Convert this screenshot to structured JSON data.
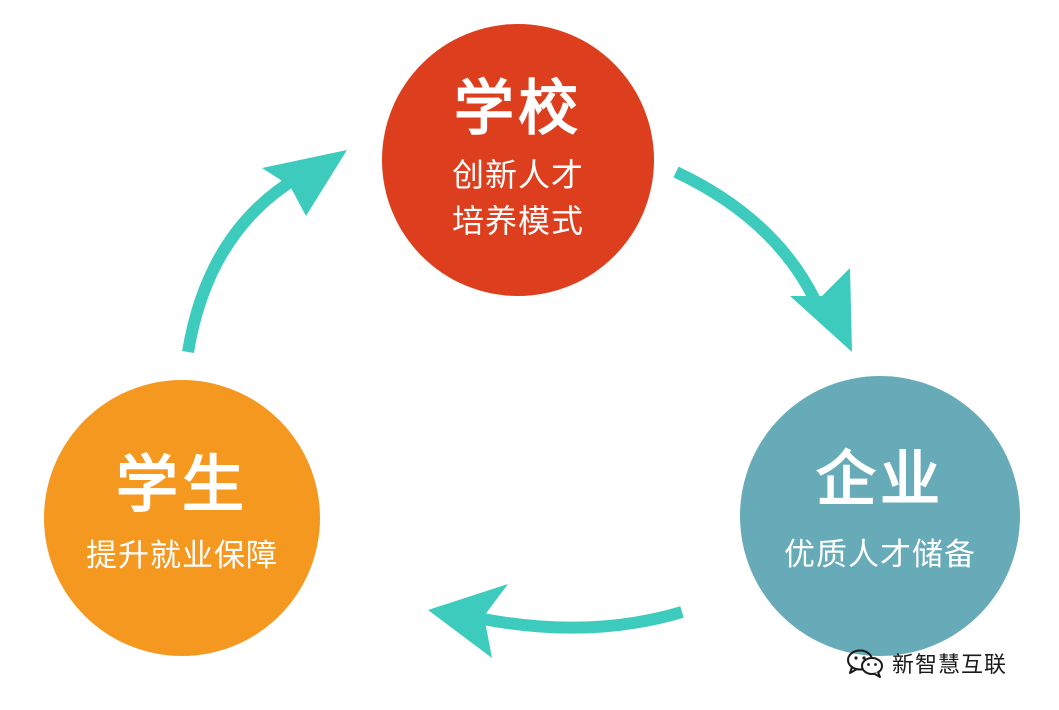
{
  "colors": {
    "arrow": "#3ccbbd",
    "school": "#dd3f1e",
    "student": "#f59820",
    "enterprise": "#67abb8",
    "text_on_node": "#ffffff"
  },
  "nodes": {
    "school": {
      "title": "学校",
      "subtitle": "创新人才培养模式"
    },
    "student": {
      "title": "学生",
      "subtitle": "提升就业保障"
    },
    "enterprise": {
      "title": "企业",
      "subtitle": "优质人才储备"
    }
  },
  "cycle": [
    {
      "from": "student",
      "to": "school"
    },
    {
      "from": "school",
      "to": "enterprise"
    },
    {
      "from": "enterprise",
      "to": "student"
    }
  ],
  "watermark": {
    "icon": "wechat-icon",
    "text": "新智慧互联"
  }
}
